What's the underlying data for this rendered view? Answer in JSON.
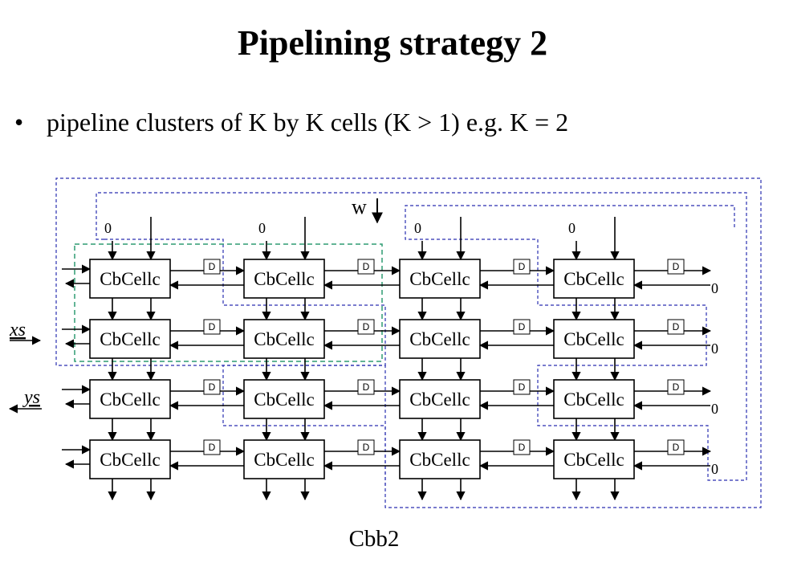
{
  "slide": {
    "title": "Pipelining strategy 2",
    "bullet": "pipeline clusters of K by K cells (K > 1) e.g. K = 2",
    "caption": "Cbb2"
  },
  "diagram": {
    "cell_label": "CbCellc",
    "delay_label": "D",
    "zero_label": "0",
    "weight_label": "w",
    "input_label": "xs",
    "output_label": "ys",
    "rows": 4,
    "cols": 4,
    "colors": {
      "cluster_outline": "#2e9b72",
      "feedback_path": "#2a2fb0"
    }
  }
}
